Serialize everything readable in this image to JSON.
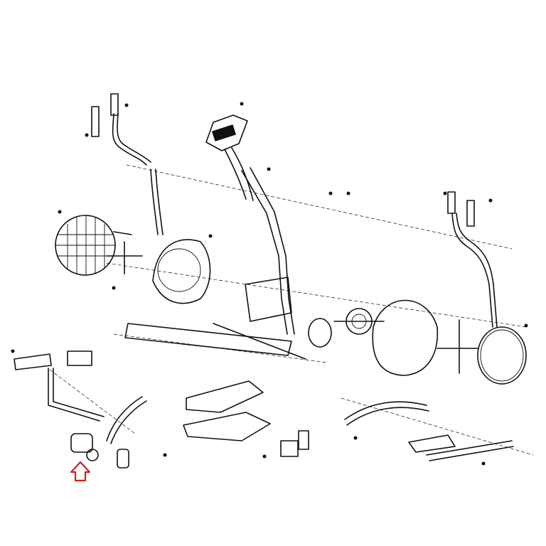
{
  "diagram": {
    "colors": {
      "line": "#111111",
      "marker": "#d91c1c",
      "background": "#ffffff"
    },
    "groups": [
      "left-handlebar",
      "console",
      "main-frame",
      "front-shroud-left",
      "rear-stabilizer-cover",
      "flywheel",
      "right-handlebar",
      "right-shroud",
      "left-pedal-arm",
      "right-pedal-arm",
      "crank-cover",
      "pedal-assembly"
    ],
    "highlight_marker": {
      "icon": "red-arrow-up-icon",
      "target_group": "left-pedal-arm"
    }
  }
}
